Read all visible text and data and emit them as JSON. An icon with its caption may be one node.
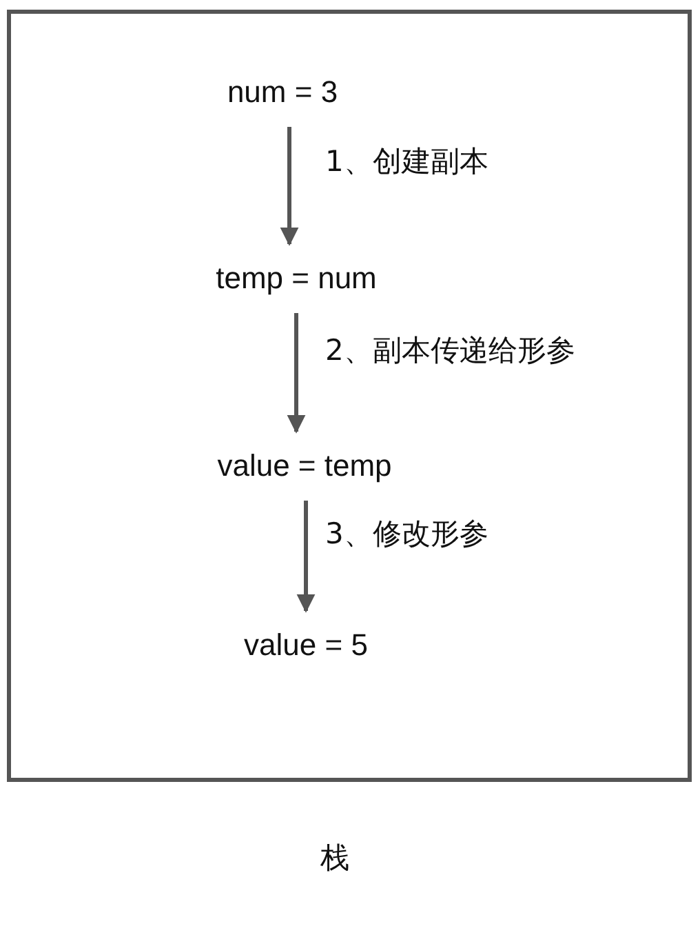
{
  "diagram": {
    "nodes": [
      {
        "text": [],
        "shape": "box",
        "beside": [
          "栈"
        ]
      },
      {
        "text": [
          "num = 3"
        ],
        "in": 0
      },
      {
        "text": [
          "temp = num"
        ],
        "in": 0
      },
      {
        "text": [
          "value = temp"
        ],
        "in": 0
      },
      {
        "text": [
          "value = 5"
        ],
        "in": 0
      }
    ],
    "edges": [
      {
        "from": 1,
        "to": 2,
        "arrow": "to",
        "label": "1、创建副本"
      },
      {
        "from": 2,
        "to": 3,
        "arrow": "to",
        "label": "2、副本传递给形参"
      },
      {
        "from": 3,
        "to": 4,
        "arrow": "to",
        "label": "3、修改形参"
      }
    ]
  }
}
